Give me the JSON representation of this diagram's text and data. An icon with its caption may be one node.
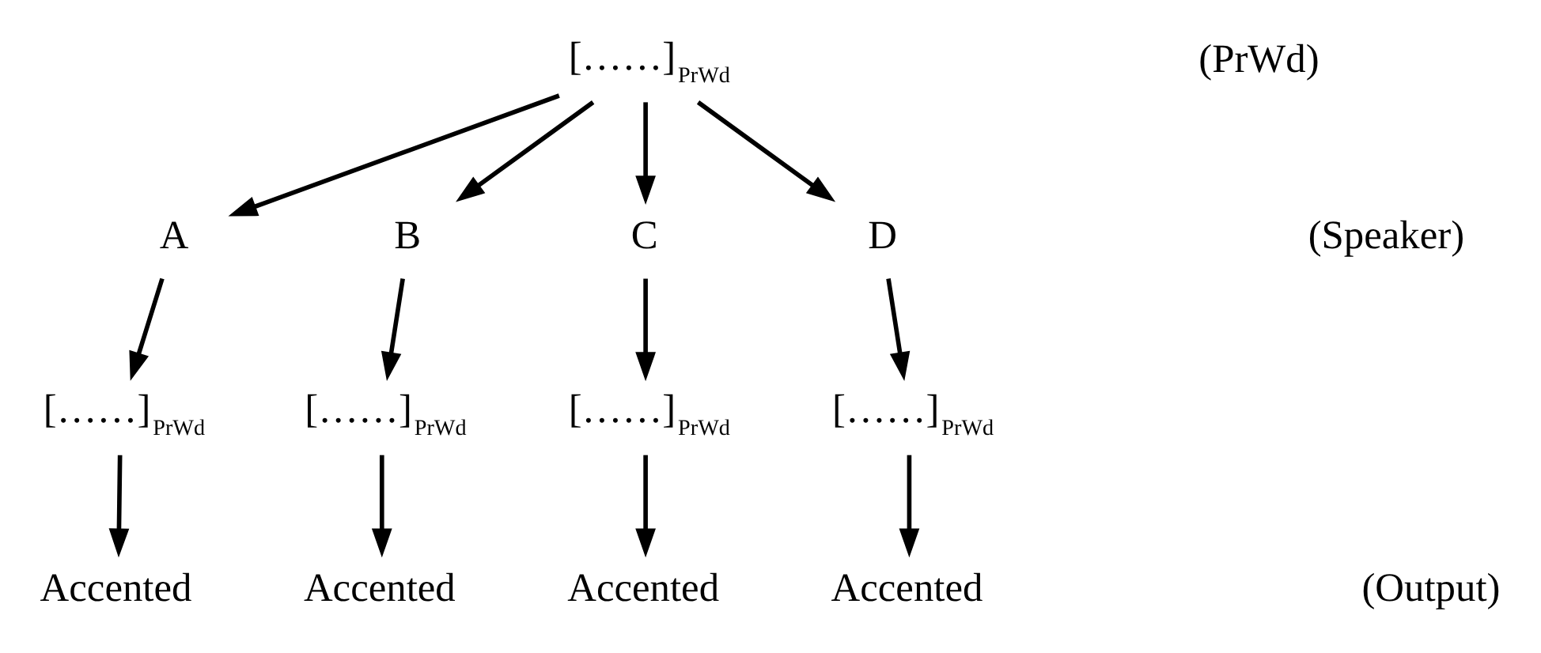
{
  "diagram": {
    "nodes": [
      {
        "text": [
          "[……]$_{PrWd}$"
        ]
      },
      {
        "text": [
          "A"
        ]
      },
      {
        "text": [
          "B"
        ]
      },
      {
        "text": [
          "C"
        ]
      },
      {
        "text": [
          "D"
        ]
      },
      {
        "text": [
          "[……]$_{PrWd}$"
        ]
      },
      {
        "text": [
          "[……]$_{PrWd}$"
        ]
      },
      {
        "text": [
          "[……]$_{PrWd}$"
        ]
      },
      {
        "text": [
          "[……]$_{PrWd}$"
        ]
      },
      {
        "text": [
          "Accented"
        ]
      },
      {
        "text": [
          "Accented"
        ]
      },
      {
        "text": [
          "Accented"
        ]
      },
      {
        "text": [
          "Accented"
        ]
      }
    ],
    "edges": [
      {
        "from": 0,
        "to": 1,
        "arrow": "to"
      },
      {
        "from": 0,
        "to": 2,
        "arrow": "to"
      },
      {
        "from": 0,
        "to": 3,
        "arrow": "to"
      },
      {
        "from": 0,
        "to": 4,
        "arrow": "to"
      },
      {
        "from": 1,
        "to": 5,
        "arrow": "to"
      },
      {
        "from": 2,
        "to": 6,
        "arrow": "to"
      },
      {
        "from": 3,
        "to": 7,
        "arrow": "to"
      },
      {
        "from": 4,
        "to": 8,
        "arrow": "to"
      },
      {
        "from": 5,
        "to": 9,
        "arrow": "to"
      },
      {
        "from": 6,
        "to": 10,
        "arrow": "to"
      },
      {
        "from": 7,
        "to": 11,
        "arrow": "to"
      },
      {
        "from": 8,
        "to": 12,
        "arrow": "to"
      }
    ],
    "labels": [
      "(PrWd)",
      "(Speaker)",
      "(Output)"
    ]
  }
}
